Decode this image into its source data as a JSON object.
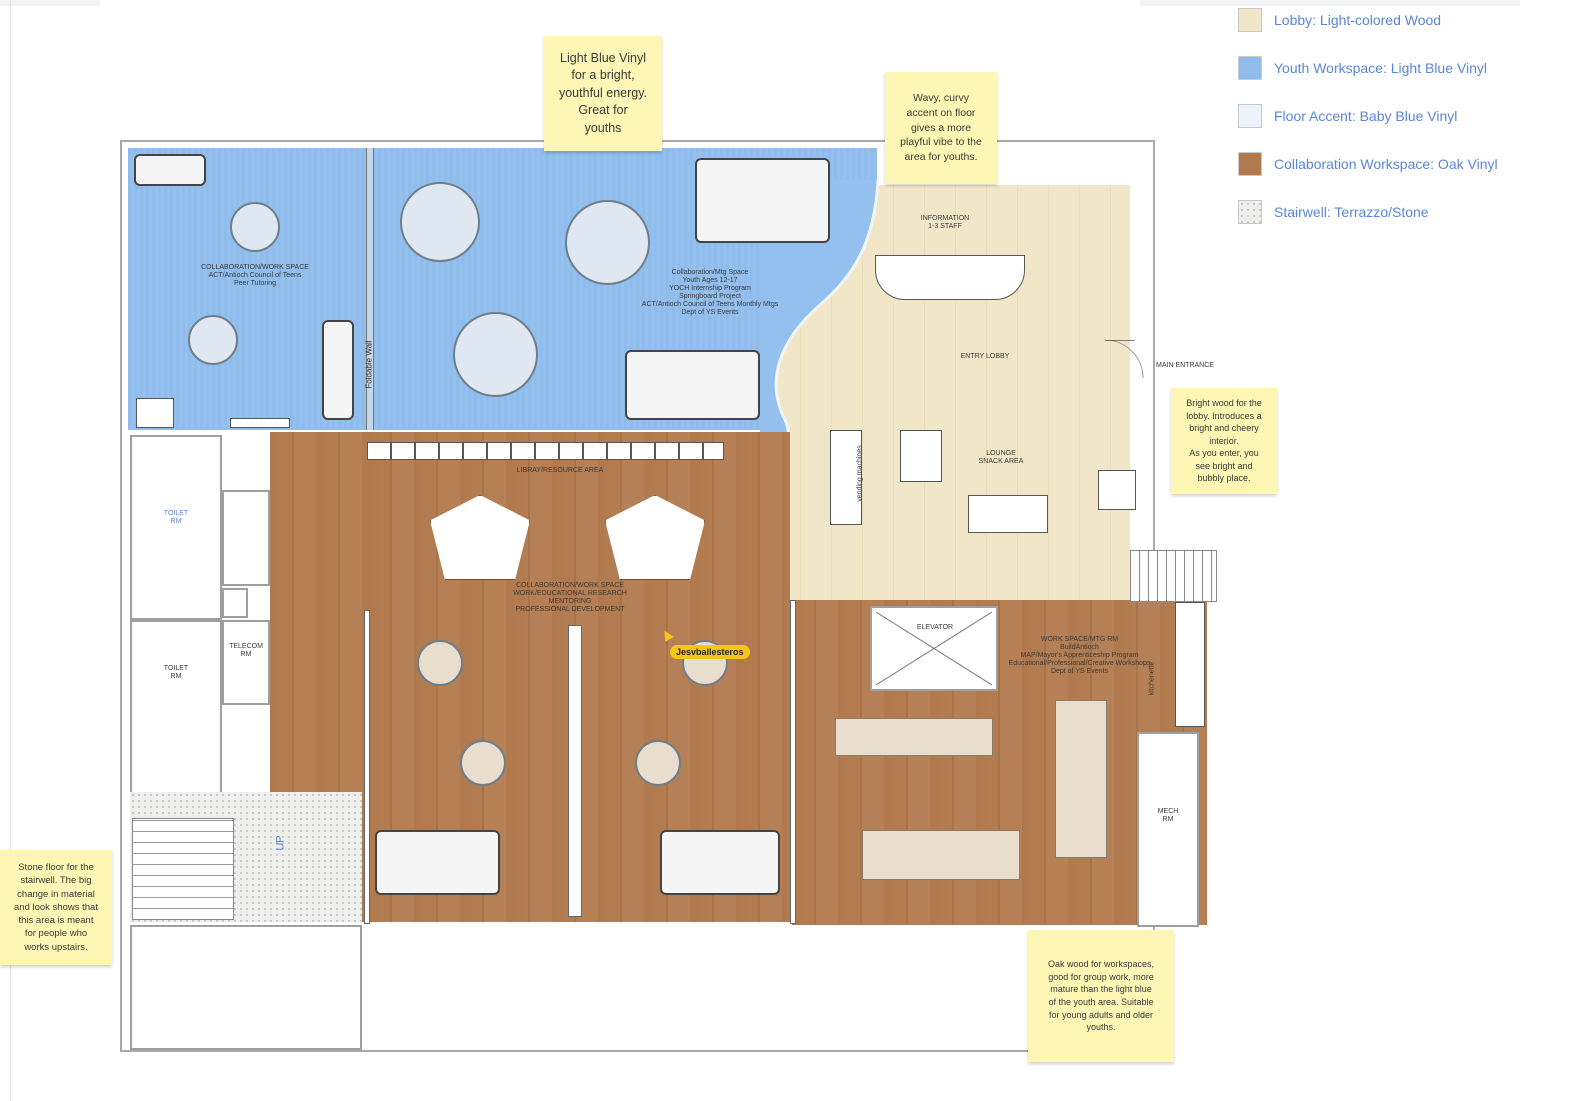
{
  "legend": {
    "items": [
      {
        "label": "Lobby: Light-colored Wood",
        "swatch_color": "#f1e6c8"
      },
      {
        "label": "Youth Workspace: Light Blue Vinyl",
        "swatch_color": "#8fbcea"
      },
      {
        "label": "Floor Accent: Baby Blue Vinyl",
        "swatch_color": "#eef2fb"
      },
      {
        "label": "Collaboration Workspace: Oak Vinyl",
        "swatch_color": "#b07a4e"
      },
      {
        "label": "Stairwell: Terrazzo/Stone",
        "swatch_color": "#eeeeec"
      }
    ]
  },
  "sticky_notes": {
    "blue_vinyl": "Light Blue Vinyl\nfor a bright,\nyouthful energy.\nGreat for\nyouths",
    "wavy_accent": "Wavy, curvy\naccent on floor\ngives a more\nplayful vibe to the\narea for youths.",
    "lobby_wood": "Bright  wood for the\nlobby. Introduces a\nbright and cheery\ninterior.\nAs you enter, you\nsee bright and\nbubbly place.",
    "stairwell_stone": "Stone floor for the\nstairwell. The big\nchange in material\nand look shows that\nthis area is meant\nfor people who\nworks upstairs.",
    "oak_wood": "Oak wood for workspaces,\ngood for group work, more\nmature than the light blue\nof the youth area. Suitable\nfor young adults and older\nyouths."
  },
  "rooms": {
    "youth_collab": "COLLABORATION/WORK SPACE\nACT/Antioch Council of Teens\nPeer Tutoring",
    "youth_mtg": "Collaboration/Mtg Space\nYouth Ages 12-17\nYOCH Internship Program\nSpringboard Project\nACT/Antioch Council of Teens Monthly Mtgs\nDept of YS Events",
    "foldable_wall": "Foldable Wall",
    "information": "INFORMATION\n1-3 STAFF",
    "entry_lobby": "ENTRY LOBBY",
    "main_entrance": "MAIN ENTRANCE",
    "lounge": "LOUNGE\nSNACK AREA",
    "vending": "vending machines",
    "library": "LIBRAY/RESOURCE AREA",
    "collab_work": "COLLABORATION/WORK SPACE\nWORK/EDUCATIONAL RESEARCH\nMENTORING\nPROFESSIONAL DEVELOPMENT",
    "toilet_1": "TOILET\nRM",
    "toilet_2": "TOILET\nRM",
    "telecom": "TELECOM\nRM",
    "elevator": "ELEVATOR",
    "work_mtg": "WORK SPACE/MTG RM\nBuildAntioch\nMAP/Mayor's Apprenticeship Program\nEducational/Professional/Creative Workshops\nDept of YS Events",
    "kitchenette": "kitchenette",
    "mech": "MECH\nRM",
    "stair_up": "UP"
  },
  "cursor": {
    "user": "Jesvballesteros",
    "color": "#f5c518"
  },
  "colors": {
    "legend_text": "#5a86d6",
    "sticky": "#fdf6b4",
    "blue_vinyl": "#8fbcea",
    "lobby_wood": "#f1e6c8",
    "oak": "#b07a4e"
  }
}
